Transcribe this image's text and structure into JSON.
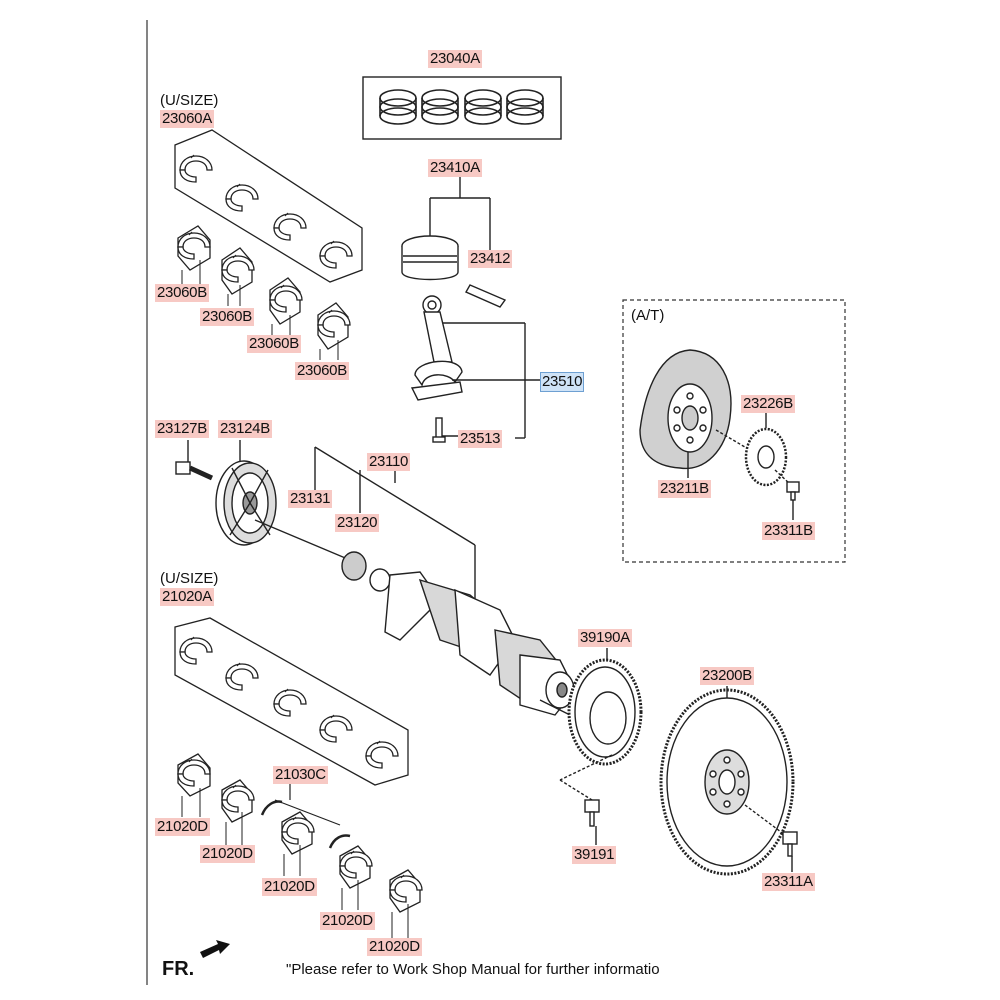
{
  "labels": {
    "p23040A": "23040A",
    "p23410A": "23410A",
    "p23412": "23412",
    "p23510": "23510",
    "p23513": "23513",
    "p23060A": "23060A",
    "p23060B_1": "23060B",
    "p23060B_2": "23060B",
    "p23060B_3": "23060B",
    "p23060B_4": "23060B",
    "p23127B": "23127B",
    "p23124B": "23124B",
    "p23110": "23110",
    "p23131": "23131",
    "p23120": "23120",
    "p21020A": "21020A",
    "p21030C": "21030C",
    "p21020D_1": "21020D",
    "p21020D_2": "21020D",
    "p21020D_3": "21020D",
    "p21020D_4": "21020D",
    "p21020D_5": "21020D",
    "p39190A": "39190A",
    "p39191": "39191",
    "p23200B": "23200B",
    "p23311A": "23311A",
    "p23226B": "23226B",
    "p23211B": "23211B",
    "p23311B": "23311B"
  },
  "annotations": {
    "usize_top": "(U/SIZE)",
    "usize_bottom": "(U/SIZE)",
    "at_box": "(A/T)"
  },
  "footer": {
    "fr": "FR.",
    "note": "\"Please refer to Work Shop Manual for further informatio"
  },
  "colors": {
    "label_bg": "#f7c9c4",
    "highlight_bg": "#cfe3f7"
  }
}
